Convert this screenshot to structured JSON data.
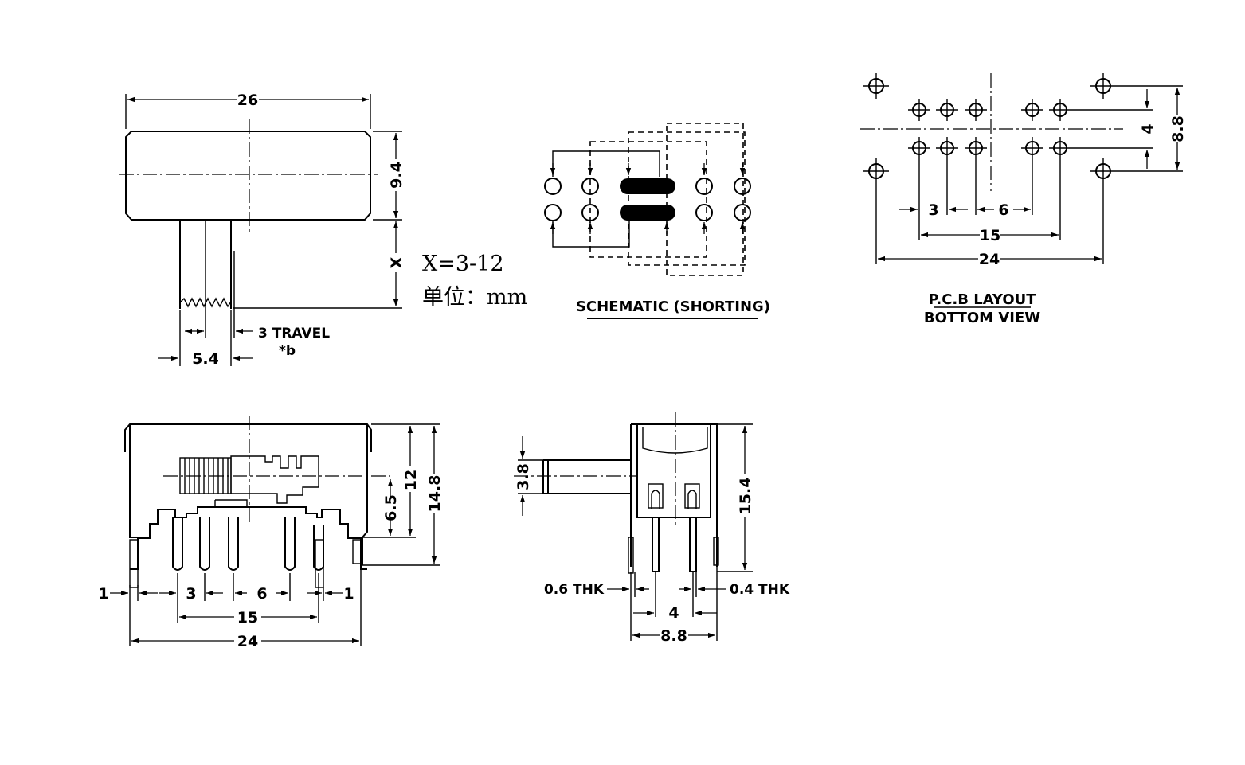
{
  "top_view": {
    "dim_width": "26",
    "dim_height": "9.4",
    "dim_x": "X",
    "x_range": "X=3-12",
    "unit_label": "单位：mm",
    "dim_actuator": "5.4",
    "travel_label": "3 TRAVEL",
    "travel_note": "*b"
  },
  "schematic": {
    "title": "SCHEMATIC (SHORTING)"
  },
  "pcb": {
    "title": "P.C.B LAYOUT",
    "subtitle": "BOTTOM VIEW",
    "dim_4": "4",
    "dim_88": "8.8",
    "dim_3": "3",
    "dim_6": "6",
    "dim_15": "15",
    "dim_24": "24"
  },
  "front_view": {
    "dim_1_left": "1",
    "dim_3": "3",
    "dim_6": "6",
    "dim_1_right": "1",
    "dim_15": "15",
    "dim_24": "24",
    "dim_65": "6.5",
    "dim_12": "12",
    "dim_148": "14.8"
  },
  "side_view": {
    "dim_38": "3.8",
    "dim_154": "15.4",
    "thk_left": "0.6 THK",
    "thk_right": "0.4 THK",
    "dim_4": "4",
    "dim_88": "8.8"
  }
}
